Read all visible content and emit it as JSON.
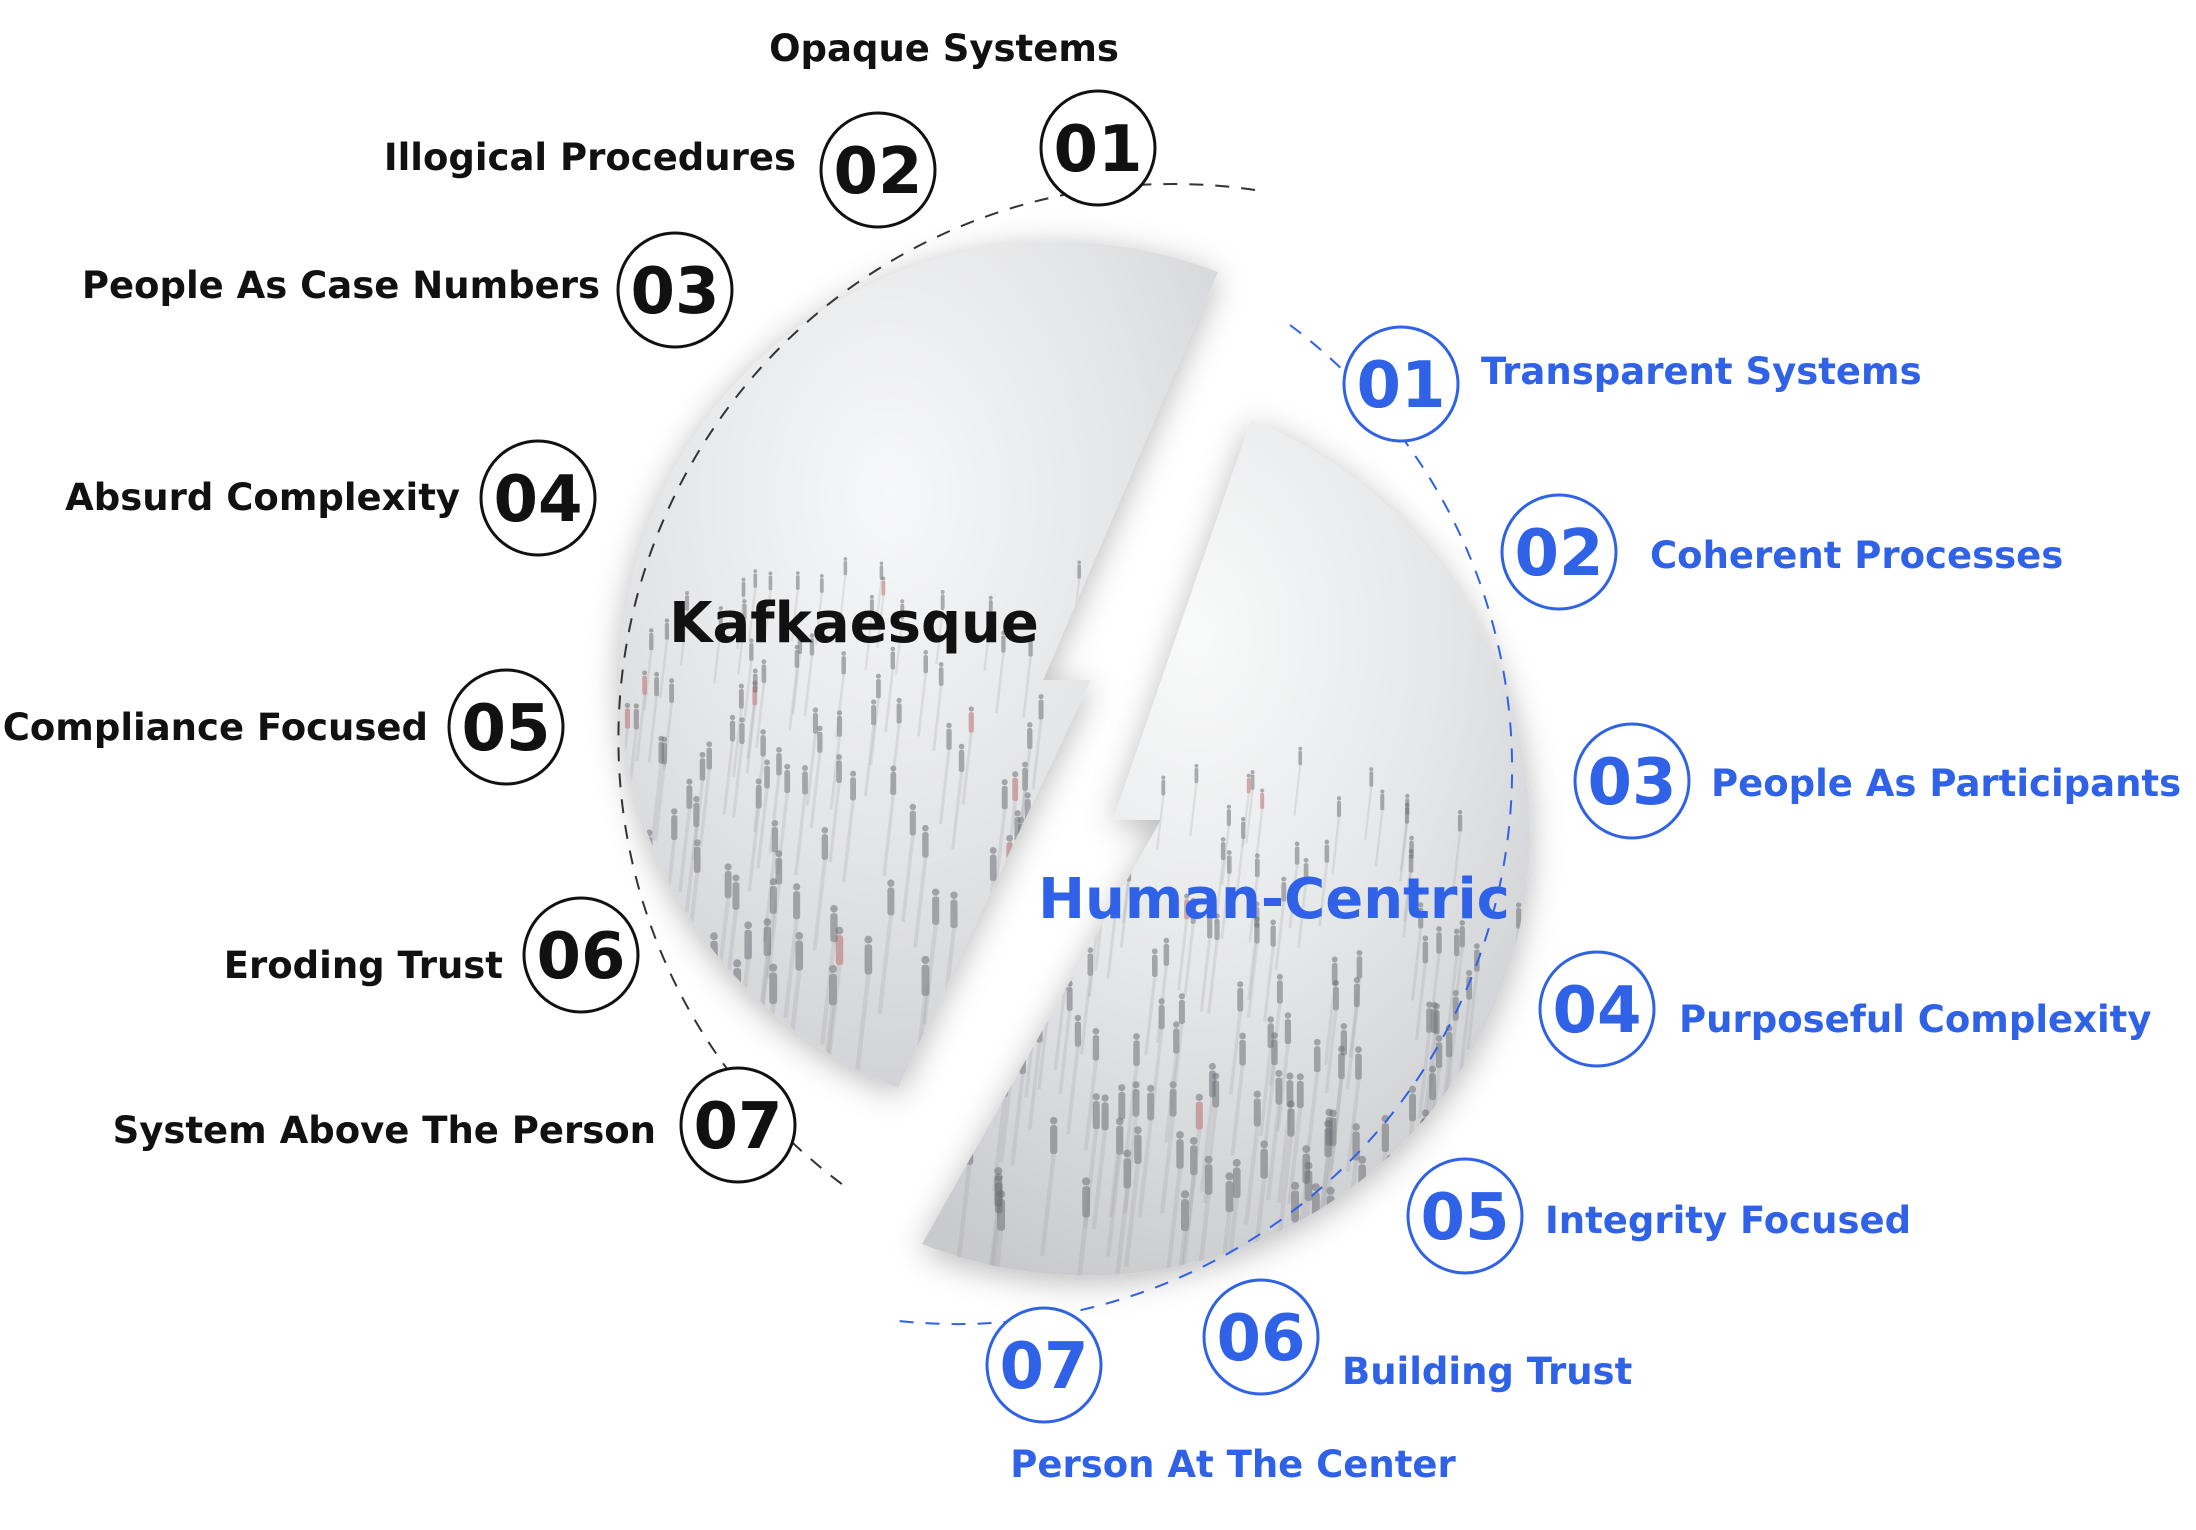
{
  "colors": {
    "kafka": "#111111",
    "human": "#2f62e6",
    "background": "#ffffff"
  },
  "kafkaesque": {
    "title": "Kafkaesque",
    "items": [
      {
        "number": "01",
        "label": "Opaque Systems"
      },
      {
        "number": "02",
        "label": "Illogical Procedures"
      },
      {
        "number": "03",
        "label": "People As Case Numbers"
      },
      {
        "number": "04",
        "label": "Absurd Complexity"
      },
      {
        "number": "05",
        "label": "Compliance Focused"
      },
      {
        "number": "06",
        "label": "Eroding Trust"
      },
      {
        "number": "07",
        "label": "System Above The Person"
      }
    ]
  },
  "human_centric": {
    "title": "Human-Centric",
    "items": [
      {
        "number": "01",
        "label": "Transparent Systems"
      },
      {
        "number": "02",
        "label": "Coherent Processes"
      },
      {
        "number": "03",
        "label": "People As Participants"
      },
      {
        "number": "04",
        "label": "Purposeful Complexity"
      },
      {
        "number": "05",
        "label": "Integrity Focused"
      },
      {
        "number": "06",
        "label": "Building Trust"
      },
      {
        "number": "07",
        "label": "Person At The Center"
      }
    ]
  }
}
